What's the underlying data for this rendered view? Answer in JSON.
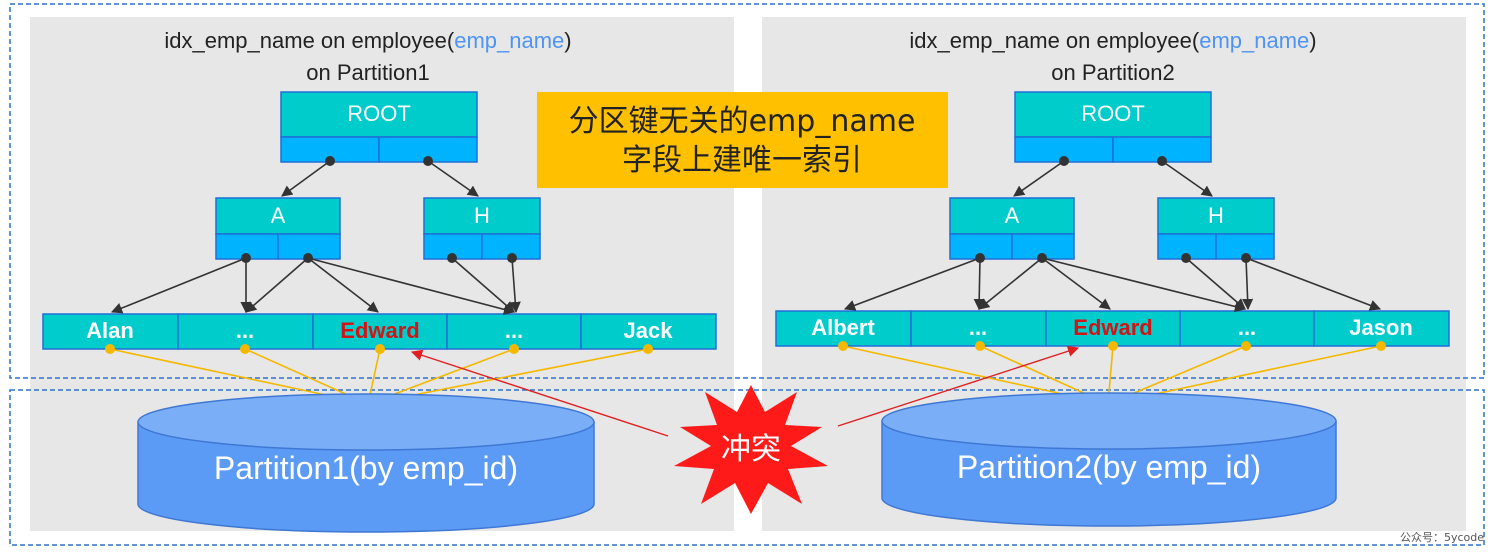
{
  "callout": {
    "line1": "分区键无关的emp_name",
    "line2": "字段上建唯一索引"
  },
  "conflict_label": "冲突",
  "watermark": "公众号：5ycode",
  "partitions": [
    {
      "title_prefix": "idx_emp_name on employee(",
      "title_key": "emp_name",
      "title_suffix": ")",
      "subtitle": "on Partition1",
      "root_label": "ROOT",
      "a_label": "A",
      "h_label": "H",
      "leaves": [
        "Alan",
        "...",
        "Edward",
        "...",
        "Jack"
      ],
      "conflict_leaf_index": 2,
      "db_label": "Partition1(by emp_id)"
    },
    {
      "title_prefix": "idx_emp_name on employee(",
      "title_key": "emp_name",
      "title_suffix": ")",
      "subtitle": "on Partition2",
      "root_label": "ROOT",
      "a_label": "A",
      "h_label": "H",
      "leaves": [
        "Albert",
        "...",
        "Edward",
        "...",
        "Jason"
      ],
      "conflict_leaf_index": 2,
      "db_label": "Partition2(by emp_id)"
    }
  ],
  "colors": {
    "panel_bg": "#e7e7e7",
    "node_fill": "#00cccc",
    "node_lower_fill": "#00b3ff",
    "node_stroke": "#1f6fd6",
    "dashed_border": "#2f72c7",
    "key_text": "#4f94f2",
    "leaf_text": "#ffffff",
    "conflict_text": "#d11414",
    "callout_bg": "#ffc000",
    "yellow_line": "#f5b800",
    "db_fill": "#5c9bf5",
    "db_top": "#7aaef7",
    "db_stroke": "#3f78d4",
    "burst_fill": "#ff1a1a",
    "red_arrow": "#e02020",
    "tree_arrow": "#333333"
  }
}
